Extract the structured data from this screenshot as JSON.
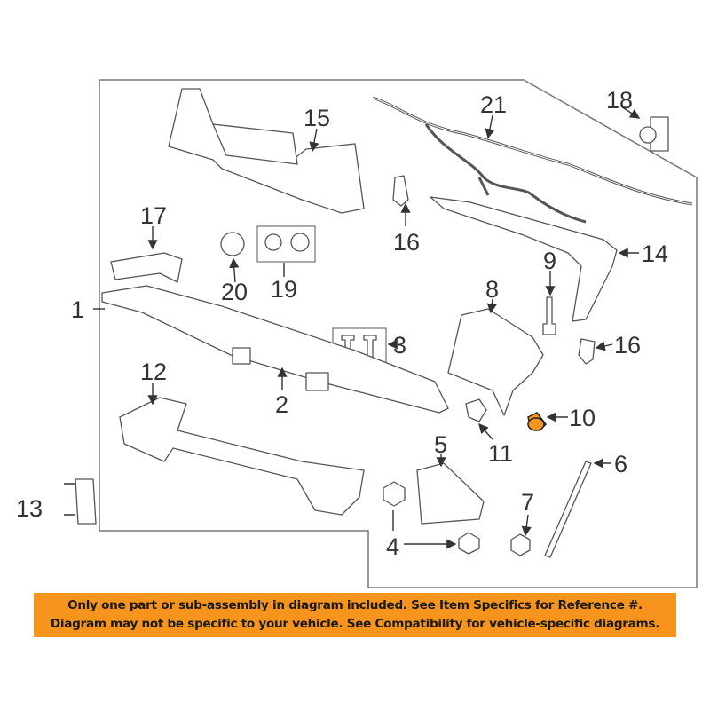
{
  "diagram": {
    "callouts": {
      "c1": "1",
      "c2": "2",
      "c3": "3",
      "c4": "4",
      "c5": "5",
      "c6": "6",
      "c7": "7",
      "c8": "8",
      "c9": "9",
      "c10": "10",
      "c11": "11",
      "c12": "12",
      "c13": "13",
      "c14": "14",
      "c15": "15",
      "c16a": "16",
      "c16b": "16",
      "c17": "17",
      "c18": "18",
      "c19": "19",
      "c20": "20",
      "c21": "21"
    },
    "highlight_color": "#f7941d"
  },
  "banner": {
    "line1": "Only one part or sub-assembly in diagram included. See Item Specifics for Reference #.",
    "line2": "Diagram may not be specific to your vehicle. See Compatibility for vehicle-specific diagrams."
  }
}
